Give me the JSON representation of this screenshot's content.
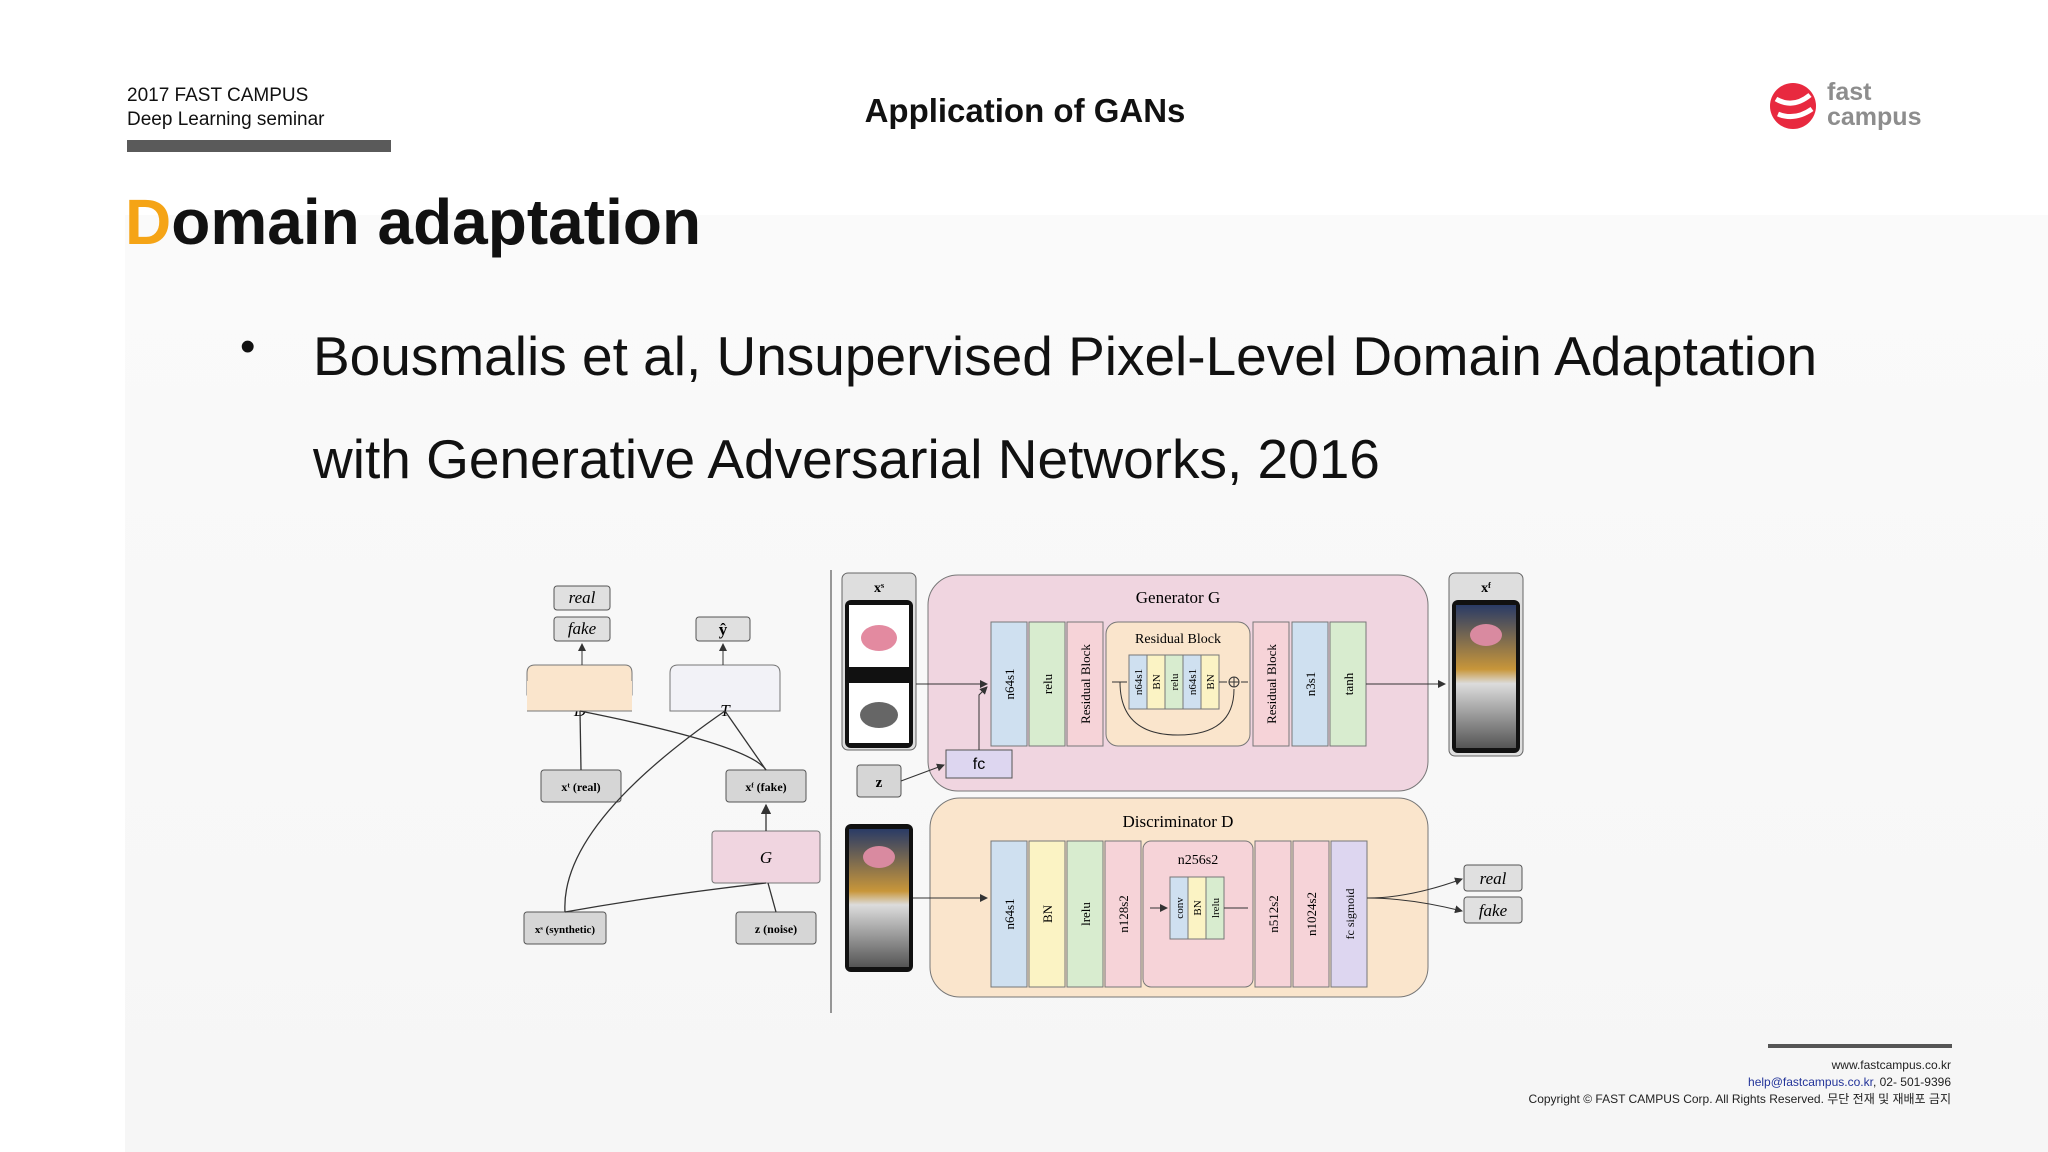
{
  "header": {
    "org_line1": "2017 FAST CAMPUS",
    "org_line2": "Deep Learning seminar",
    "center_title": "Application of GANs",
    "logo_line1": "fast",
    "logo_line2": "campus"
  },
  "slide": {
    "title_first_letter": "D",
    "title_rest": "omain adaptation",
    "bullet_symbol": "•",
    "bullet_line1": "Bousmalis et al, Unsupervised Pixel-Level Domain Adaptation",
    "bullet_line2": "with Generative Adversarial Networks, 2016"
  },
  "figure": {
    "left": {
      "real": "real",
      "fake": "fake",
      "y_hat": "ŷ",
      "D": "D",
      "T": "T",
      "xt_real": "xᵗ (real)",
      "xf_fake": "xᶠ (fake)",
      "G": "G",
      "xs_synthetic": "xˢ (synthetic)",
      "z_noise": "z (noise)"
    },
    "generator": {
      "title": "Generator G",
      "input_label": "xˢ",
      "output_label": "xᶠ",
      "z": "z",
      "fc": "fc",
      "layers": [
        "n64s1",
        "relu",
        "Residual Block",
        "Residual Block",
        "n3s1",
        "tanh"
      ],
      "residual_title": "Residual Block",
      "residual_layers": [
        "n64s1",
        "BN",
        "relu",
        "n64s1",
        "BN"
      ]
    },
    "discriminator": {
      "title": "Discriminator D",
      "layers": [
        "n64s1",
        "BN",
        "lrelu",
        "n128s2",
        "n512s2",
        "n1024s2",
        "fc sigmoid"
      ],
      "block_title": "n256s2",
      "block_layers": [
        "conv",
        "BN",
        "lrelu"
      ],
      "out_real": "real",
      "out_fake": "fake"
    }
  },
  "footer": {
    "website": "www.fastcampus.co.kr",
    "email": "help@fastcampus.co.kr",
    "phone": ", 02- 501-9396",
    "copyright": "Copyright © FAST CAMPUS Corp.  All Rights Reserved. 무단 전재 및 재배포 금지"
  },
  "colors": {
    "accent": "#f5a416",
    "generator_bg": "#f0d5e0",
    "discriminator_bg": "#fae5cc",
    "layer_blue": "#cfe0f0",
    "layer_green": "#d8eccf",
    "layer_yellow": "#fbf3c4",
    "layer_pink": "#f6d3d8",
    "layer_purple": "#ddd6f0"
  },
  "icons": {
    "logo": "fastcampus-logo-icon"
  }
}
